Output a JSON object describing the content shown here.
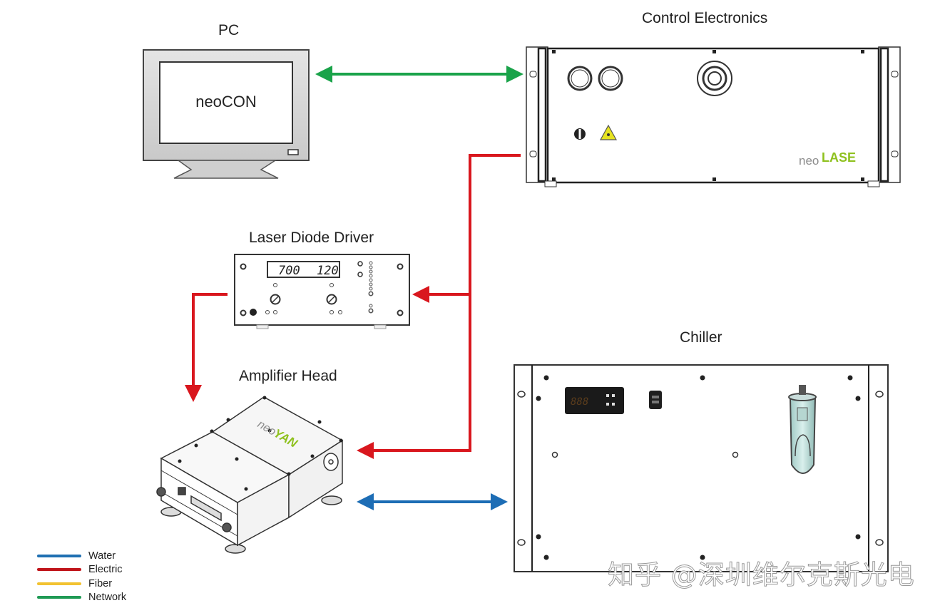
{
  "components": {
    "pc": {
      "title": "PC",
      "screen_text": "neoCON"
    },
    "control_electronics": {
      "title": "Control Electronics",
      "brand_prefix": "neo",
      "brand_suffix": "LASE"
    },
    "laser_diode_driver": {
      "title": "Laser Diode Driver",
      "display_left": "700",
      "display_right": "120"
    },
    "amplifier_head": {
      "title": "Amplifier Head",
      "brand_prefix": "neo",
      "brand_suffix": "YAN"
    },
    "chiller": {
      "title": "Chiller",
      "display": "888"
    }
  },
  "connections": [
    {
      "from": "PC",
      "to": "Control Electronics",
      "type": "Network",
      "direction": "bidirectional"
    },
    {
      "from": "Control Electronics",
      "to": "Laser Diode Driver",
      "type": "Electric",
      "direction": "one-way"
    },
    {
      "from": "Control Electronics",
      "to": "Amplifier Head",
      "type": "Electric",
      "direction": "one-way"
    },
    {
      "from": "Laser Diode Driver",
      "to": "Amplifier Head",
      "type": "Electric",
      "direction": "one-way"
    },
    {
      "from": "Amplifier Head",
      "to": "Chiller",
      "type": "Water",
      "direction": "bidirectional"
    }
  ],
  "legend": [
    {
      "label": "Water",
      "color": "#1f6fb2"
    },
    {
      "label": "Electric",
      "color": "#c0141a"
    },
    {
      "label": "Fiber",
      "color": "#f2c231"
    },
    {
      "label": "Network",
      "color": "#1f9a55"
    }
  ],
  "colors": {
    "network": "#1aa34a",
    "electric": "#d9171e",
    "water": "#1d6db5",
    "brand_green": "#8fc11f"
  },
  "watermark": "知乎 @深圳维尔克斯光电"
}
